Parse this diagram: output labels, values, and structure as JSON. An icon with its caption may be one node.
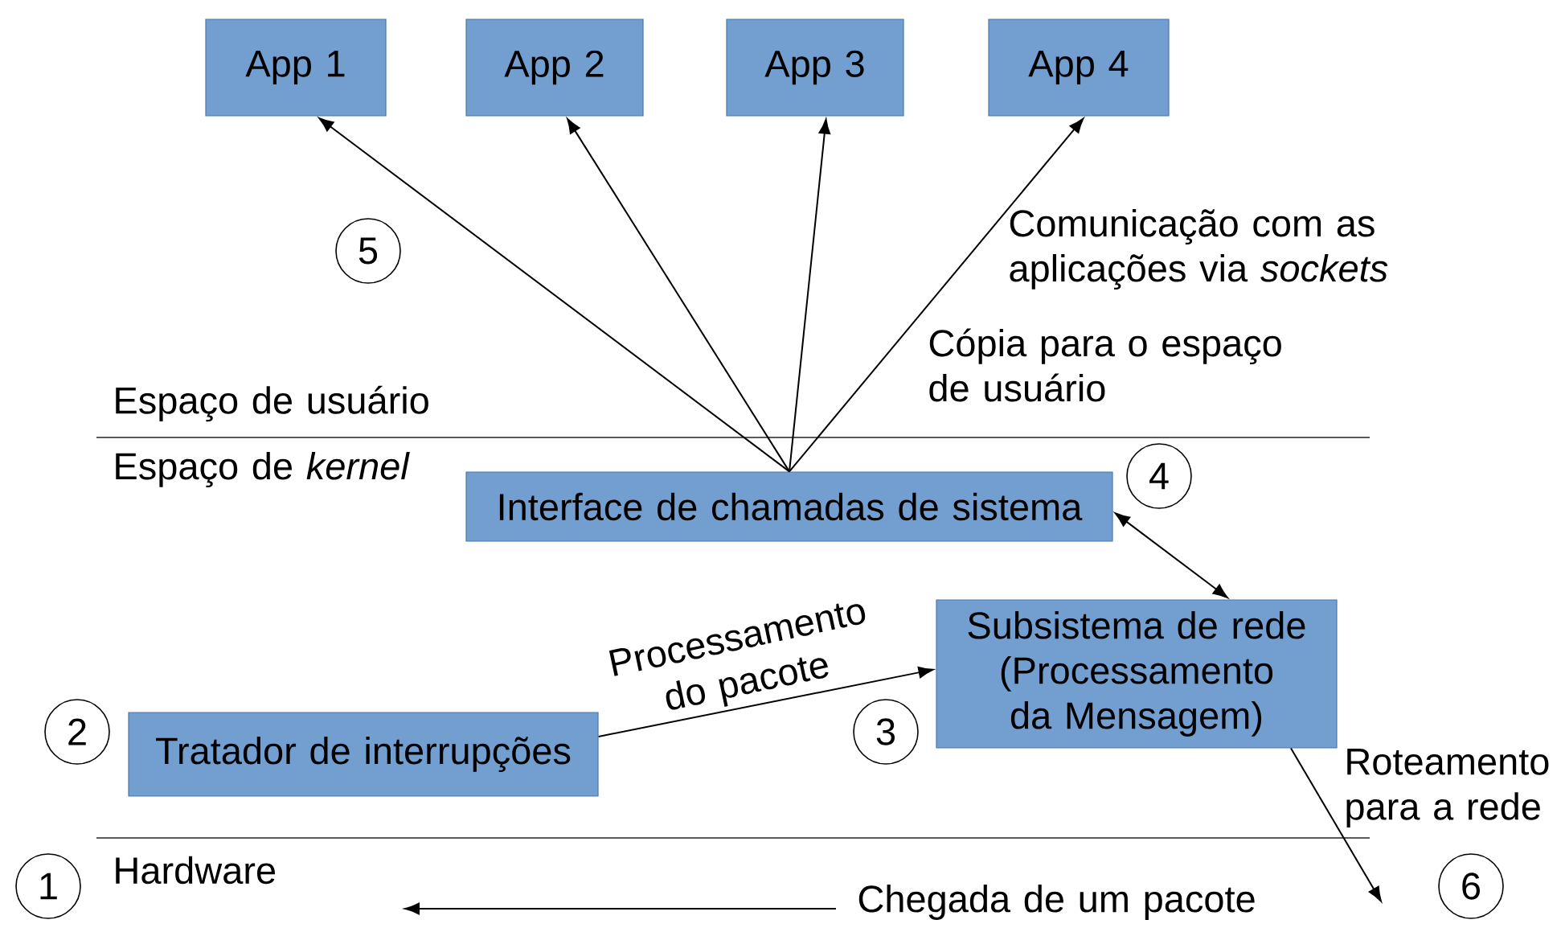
{
  "diagram": {
    "nodes": [
      {
        "text": [
          "App 1"
        ]
      },
      {
        "text": [
          "App 2"
        ]
      },
      {
        "text": [
          "App 3"
        ]
      },
      {
        "text": [
          "App 4"
        ]
      },
      {
        "text": [
          "5"
        ]
      },
      {
        "text": [
          "4"
        ]
      },
      {
        "text": [
          "Interface de chamadas de sistema"
        ]
      },
      {
        "text": [
          "Subsistema de rede (Processamento da Mensagem)"
        ]
      },
      {
        "text": [
          "2"
        ]
      },
      {
        "text": [
          "Tratador de interrupções"
        ]
      },
      {
        "text": [
          "3"
        ]
      },
      {
        "text": [
          "1"
        ]
      },
      {
        "text": [
          "6"
        ]
      }
    ],
    "edges": [
      {
        "from": 6,
        "to": 0,
        "arrow": "to"
      },
      {
        "from": 6,
        "to": 1,
        "arrow": "to"
      },
      {
        "from": 6,
        "to": 2,
        "arrow": "to"
      },
      {
        "from": 6,
        "to": 3,
        "arrow": "to"
      },
      {
        "from": 6,
        "to": 7,
        "arrow": "both"
      },
      {
        "from": 9,
        "to": 7,
        "arrow": "to",
        "label": "Processamento do pacote"
      },
      {
        "from": 7,
        "to": null,
        "arrow": "to",
        "label": "Roteamento para a rede"
      }
    ],
    "labels": [
      "Comunicação com as aplicações via *sockets*",
      "Cópia para o espaço de usuário",
      "Espaço de usuário",
      "Espaço de *kernel*",
      "Hardware",
      "Chegada de um pacote"
    ]
  }
}
